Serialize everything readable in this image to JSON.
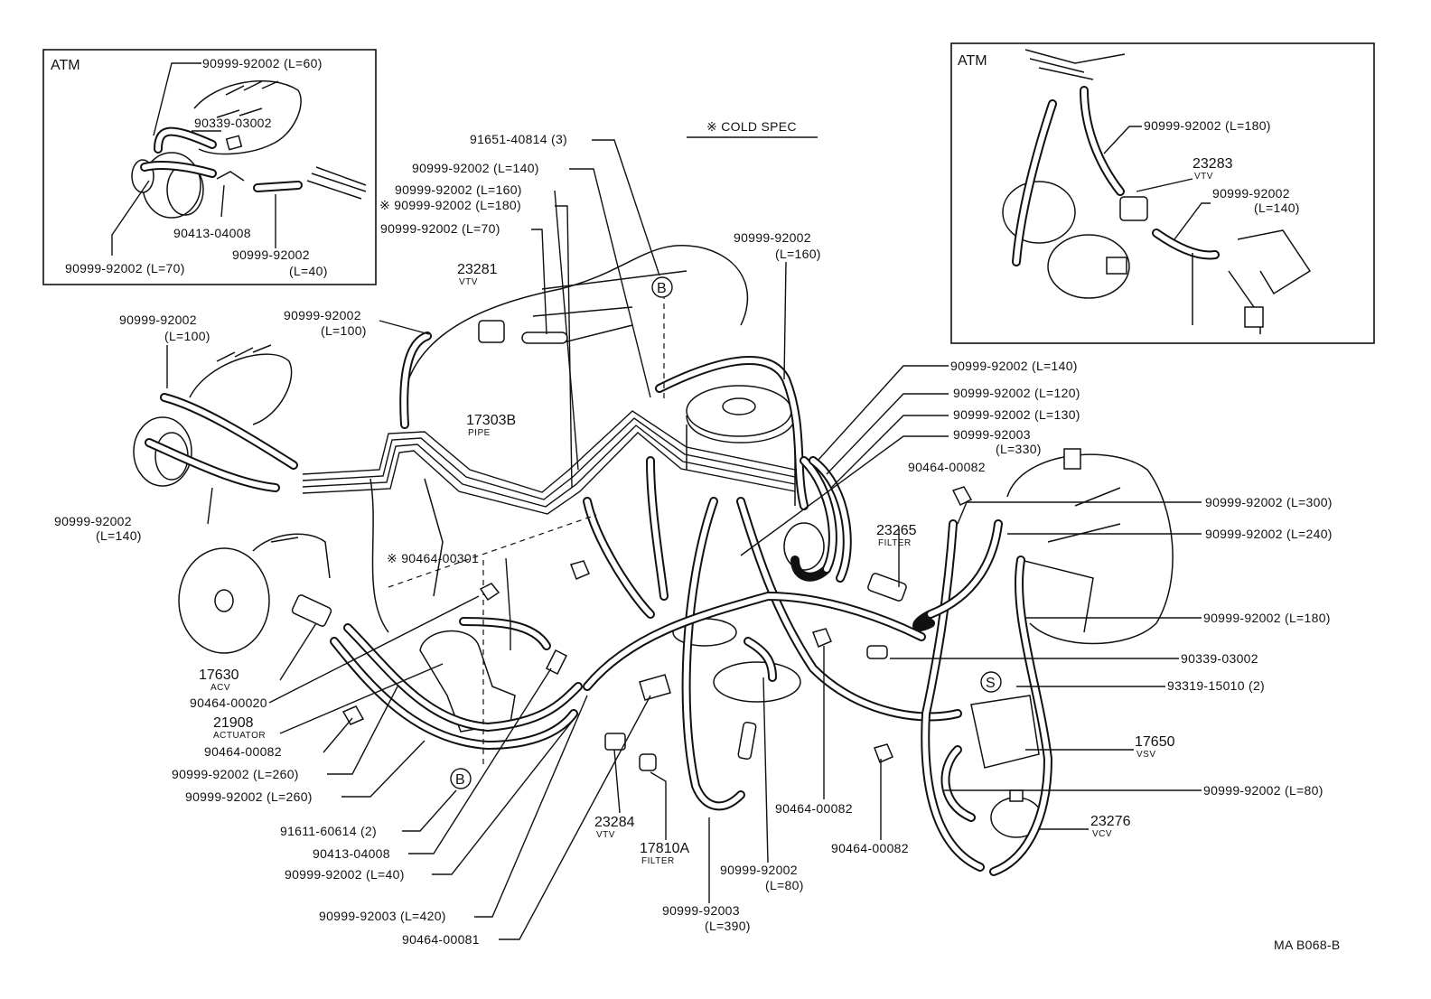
{
  "diagram_code": "MA B068-B",
  "cold_spec": "※  COLD SPEC",
  "insets": [
    {
      "title": "ATM"
    },
    {
      "title": "ATM"
    }
  ],
  "left_inset_labels": [
    "90999-92002  (L=60)",
    "90339-03002",
    "90413-04008",
    "90999-92002",
    "(L=40)",
    "90999-92002  (L=70)"
  ],
  "right_inset_labels": [
    "90999-92002  (L=180)",
    "23283",
    "VTV",
    "90999-92002",
    "(L=140)"
  ],
  "main_labels": [
    "91651-40814  (3)",
    "90999-92002  (L=140)",
    "90999-92002  (L=160)",
    "※ 90999-92002  (L=180)",
    "90999-92002  (L=70)",
    "23281",
    "VTV",
    "90999-92002",
    "(L=100)",
    "90999-92002",
    "(L=100)",
    "90999-92002",
    "(L=160)",
    "17303B",
    "PIPE",
    "90999-92002",
    "(L=140)",
    "※  90464-00301",
    "90999-92002  (L=140)",
    "90999-92002  (L=120)",
    "90999-92002  (L=130)",
    "90999-92003",
    "(L=330)",
    "90464-00082",
    "90999-92002  (L=300)",
    "90999-92002  (L=240)",
    "23265",
    "FILTER",
    "90999-92002  (L=180)",
    "90339-03002",
    "93319-15010  (2)",
    "17650",
    "VSV",
    "90999-92002  (L=80)",
    "23276",
    "VCV",
    "17630",
    "ACV",
    "90464-00020",
    "21908",
    "ACTUATOR",
    "90464-00082",
    "90999-92002  (L=260)",
    "90999-92002  (L=260)",
    "91611-60614  (2)",
    "90413-04008",
    "90999-92002  (L=40)",
    "90999-92003  (L=420)",
    "90464-00081",
    "23284",
    "VTV",
    "17810A",
    "FILTER",
    "90999-92003",
    "(L=390)",
    "90999-92002",
    "(L=80)",
    "90464-00082",
    "90464-00082"
  ],
  "callout_letters": [
    "B",
    "B",
    "S"
  ]
}
